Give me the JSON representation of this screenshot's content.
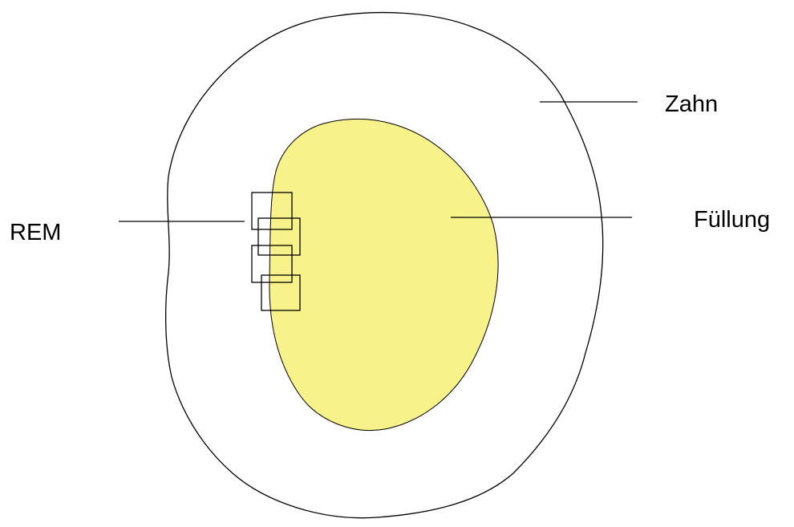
{
  "labels": {
    "tooth": "Zahn",
    "filling": "Füllung",
    "sem": "REM"
  },
  "colors": {
    "filling_fill": "#f7f28a",
    "outline": "#000000",
    "background": "#ffffff"
  }
}
